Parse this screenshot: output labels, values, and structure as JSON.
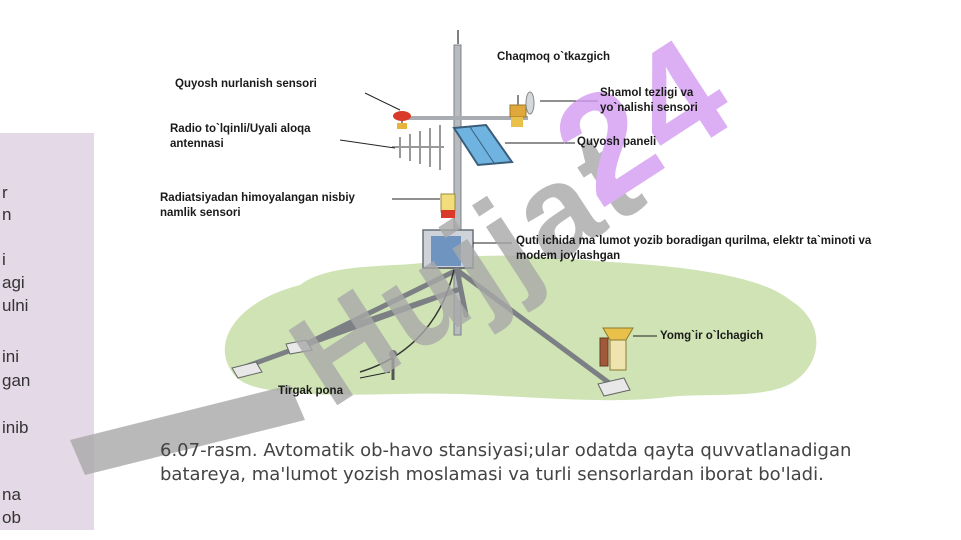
{
  "side_fragments": [
    "r",
    "n",
    "i",
    "agi",
    "ulni",
    "ini",
    "gan",
    "inib",
    "na",
    "ob"
  ],
  "labels": {
    "lightning_rod": "Chaqmoq o`tkazgich",
    "solar_radiation": "Quyosh nurlanish sensori",
    "wind": "Shamol tezligi va yo`nalishi sensori",
    "antenna": "Radio to`lqinli/Uyali aloqa antennasi",
    "solar_panel": "Quyosh paneli",
    "humidity": "Radiatsiyadan himoyalangan nisbiy namlik sensori",
    "logger": "Quti ichida ma`lumot yozib boradigan qurilma, elektr ta`minoti va modem joylashgan",
    "rain_gauge": "Yomg`ir o`lchagich",
    "stake": "Tirgak pona"
  },
  "caption": "6.07-rasm. Avtomatik ob-havo stansiyasi;ular odatda qayta quvvatlanadigan batareya, ma'lumot yozish moslamasi va turli sensorlardan iborat bo'ladi.",
  "watermark": "Hujjat 24",
  "colors": {
    "watermark_gray": "#a8a8a8",
    "watermark_violet": "#d49af0",
    "grass": "#cfe3b4",
    "panel": "#e4d9e6"
  }
}
